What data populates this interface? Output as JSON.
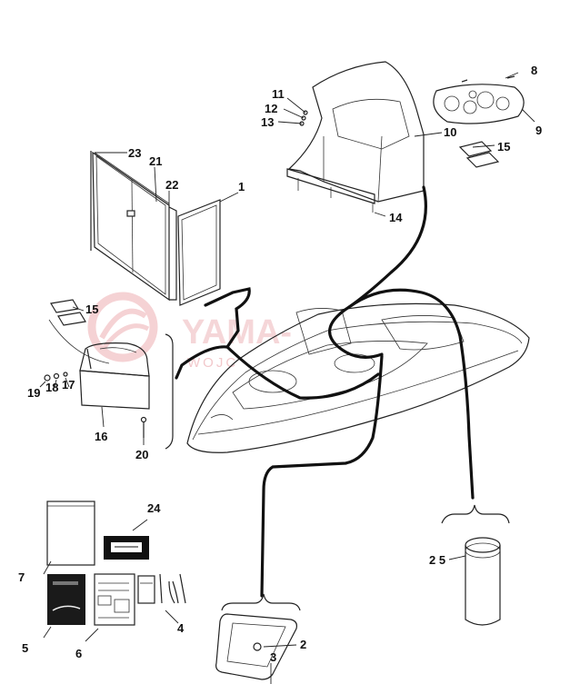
{
  "watermark": {
    "brand": "YAMA-",
    "sub": "WOJC"
  },
  "callouts": {
    "c1": "1",
    "c2": "2",
    "c3": "3",
    "c4": "4",
    "c5": "5",
    "c6": "6",
    "c7": "7",
    "c8": "8",
    "c9": "9",
    "c10": "10",
    "c11": "11",
    "c12": "12",
    "c13": "13",
    "c14": "14",
    "c15a": "15",
    "c15b": "15",
    "c16": "16",
    "c17": "17",
    "c18": "18",
    "c19": "19",
    "c20": "20",
    "c21": "21",
    "c22": "22",
    "c23": "23",
    "c24": "24",
    "c25": "2 5"
  }
}
